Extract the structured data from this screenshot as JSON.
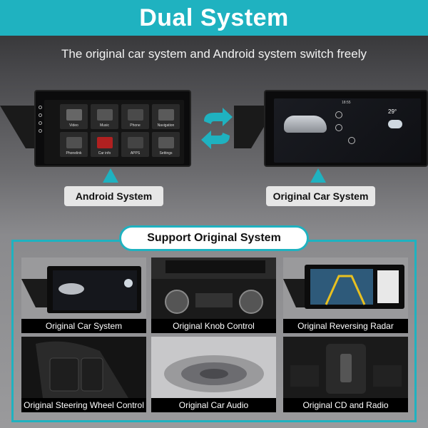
{
  "header": {
    "title": "Dual System"
  },
  "subtitle": "The original car system and Android system switch freely",
  "android_unit": {
    "apps": [
      {
        "label": "Video",
        "icon": "video-icon",
        "color": "#555"
      },
      {
        "label": "Music",
        "icon": "music-icon",
        "color": "#444"
      },
      {
        "label": "Phone",
        "icon": "phone-icon",
        "color": "#3a3a3a"
      },
      {
        "label": "Navigation",
        "icon": "navigation-icon",
        "color": "#4a4a4a"
      },
      {
        "label": "Phonelink",
        "icon": "phonelink-icon",
        "color": "#3d3d3d"
      },
      {
        "label": "Car info",
        "icon": "car-info-icon",
        "color": "#b02020"
      },
      {
        "label": "APPS",
        "icon": "apps-icon",
        "color": "#333"
      },
      {
        "label": "Settings",
        "icon": "settings-icon",
        "color": "#444"
      }
    ]
  },
  "original_unit": {
    "clock": "18:55",
    "temp": "29°"
  },
  "labels": {
    "android_system": "Android System",
    "original_car_system": "Original Car System"
  },
  "support": {
    "title": "Support Original System",
    "items": [
      {
        "label": "Original Car System"
      },
      {
        "label": "Original Knob Control"
      },
      {
        "label": "Original Reversing Radar"
      },
      {
        "label": "Original Steering Wheel Control"
      },
      {
        "label": "Original Car Audio"
      },
      {
        "label": "Original CD and Radio"
      }
    ]
  },
  "colors": {
    "accent": "#1fb2c0",
    "pill_bg": "#e6e6e6"
  }
}
